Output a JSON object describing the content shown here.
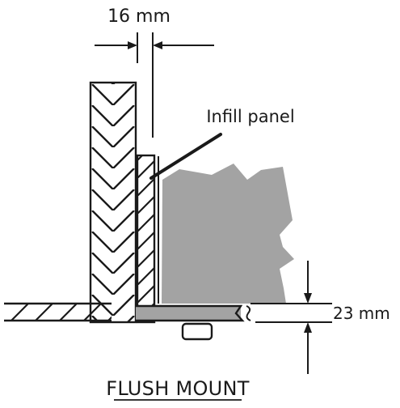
{
  "labels": {
    "top_dimension": "16 mm",
    "right_dimension": "23 mm",
    "callout": "Infill panel",
    "title": "FLUSH MOUNT"
  },
  "colors": {
    "ink": "#1a1a1a",
    "panel_fill": "#a3a3a3",
    "background": "#ffffff"
  }
}
